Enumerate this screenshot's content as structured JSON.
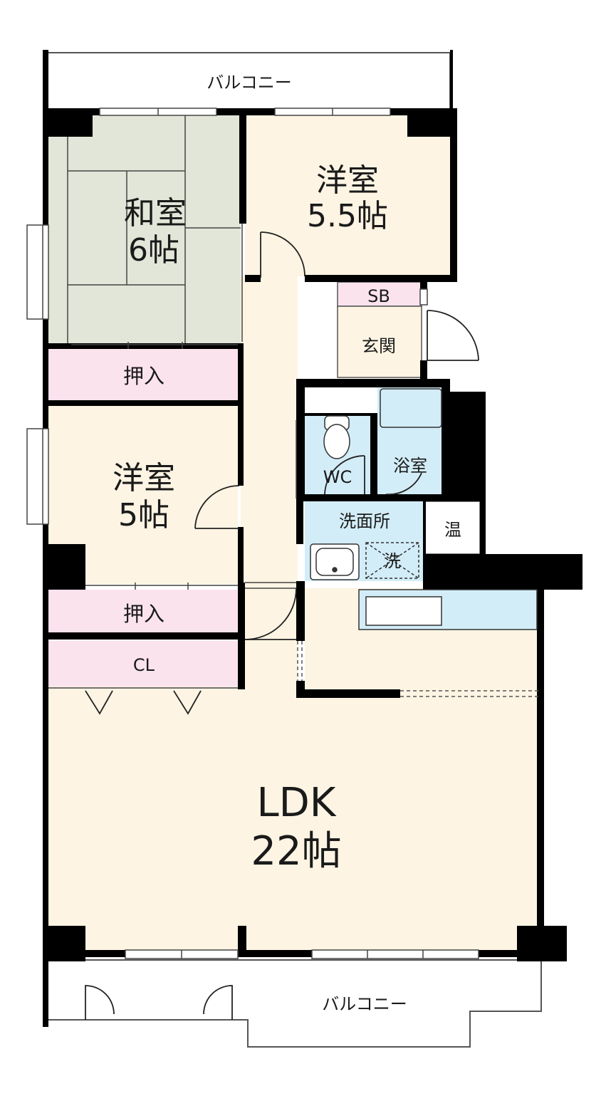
{
  "rooms": {
    "balcony_top": "バルコニー",
    "washitsu_name": "和室",
    "washitsu_size": "6帖",
    "youshitsu1_name": "洋室",
    "youshitsu1_size": "5.5帖",
    "sb": "SB",
    "genkan": "玄関",
    "oshiire1": "押入",
    "youshitsu2_name": "洋室",
    "youshitsu2_size": "5帖",
    "wc": "WC",
    "bath": "浴室",
    "senmenjo": "洗面所",
    "water_heater": "温",
    "washer": "洗",
    "oshiire2": "押入",
    "closet": "CL",
    "ldk_name": "LDK",
    "ldk_size": "22帖",
    "balcony_bottom": "バルコニー"
  },
  "colors": {
    "tatami": "#e2e6d8",
    "wood_floor": "#fdf4e3",
    "storage": "#fbe3ee",
    "wet_area": "#d3edf8",
    "wall": "#000000",
    "line": "#333333"
  }
}
